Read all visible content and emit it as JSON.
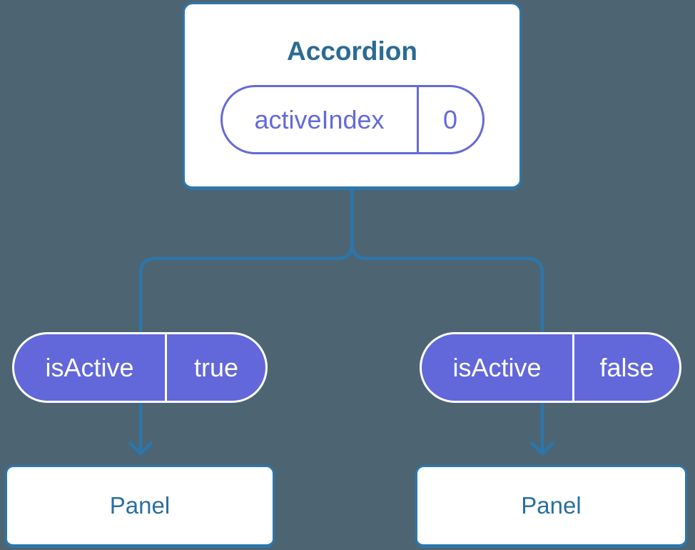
{
  "diagram": {
    "colors": {
      "background": "#4d6572",
      "connector_blue": "#2c76ab",
      "box_border_blue": "#2d77ab",
      "title_blue": "#2a6b94",
      "panel_text_blue": "#2b6f9e",
      "pill_purple_fill": "#6267d9",
      "pill_purple_outline": "#646ad8",
      "pill_text_white": "#ffffff"
    },
    "accordion": {
      "title": "Accordion",
      "state": {
        "name": "activeIndex",
        "value": "0"
      }
    },
    "props": [
      {
        "name": "isActive",
        "value": "true"
      },
      {
        "name": "isActive",
        "value": "false"
      }
    ],
    "panels": [
      {
        "label": "Panel"
      },
      {
        "label": "Panel"
      }
    ]
  }
}
